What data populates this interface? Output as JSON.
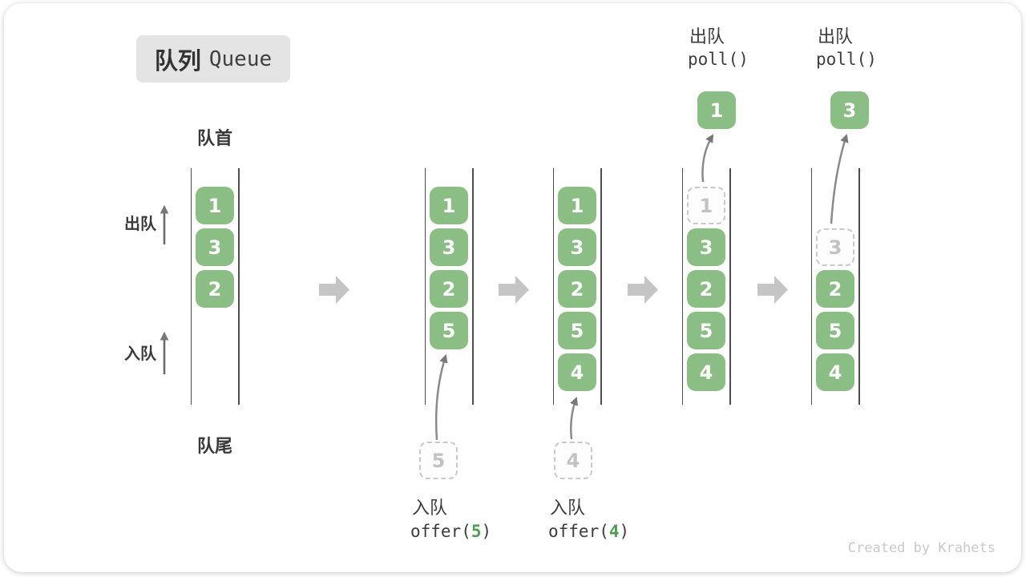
{
  "title": {
    "badge_zh": "队列",
    "badge_en": "Queue"
  },
  "labels": {
    "front": "队首",
    "rear": "队尾",
    "side_dequeue": "出队",
    "side_enqueue": "入队"
  },
  "colors": {
    "cell_green": "#8BBE84",
    "code_arg_green": "#4E9E50",
    "block_arrow_gray": "#C5C5C5",
    "thin_arrow_gray": "#8A8A8A",
    "queue_line": "#4D4D4D",
    "dashed_border": "#C9C9C9",
    "dashed_text": "#C2C2C2",
    "text_dark": "#3C3C3C",
    "badge_bg": "#E4E4E4",
    "watermark_gray": "#C9C9C9"
  },
  "queues": [
    {
      "name": "queue-state-1",
      "cells": [
        {
          "slot": 0,
          "value": "1",
          "style": "solid"
        },
        {
          "slot": 1,
          "value": "3",
          "style": "solid"
        },
        {
          "slot": 2,
          "value": "2",
          "style": "solid"
        }
      ]
    },
    {
      "name": "queue-state-2",
      "cells": [
        {
          "slot": 0,
          "value": "1",
          "style": "solid"
        },
        {
          "slot": 1,
          "value": "3",
          "style": "solid"
        },
        {
          "slot": 2,
          "value": "2",
          "style": "solid"
        },
        {
          "slot": 3,
          "value": "5",
          "style": "solid"
        }
      ],
      "pending_below": {
        "value": "5"
      },
      "op": {
        "position": "below",
        "zh": "入队",
        "code": [
          {
            "text": "offer(",
            "green": false
          },
          {
            "text": "5",
            "green": true
          },
          {
            "text": ")",
            "green": false
          }
        ]
      }
    },
    {
      "name": "queue-state-3",
      "cells": [
        {
          "slot": 0,
          "value": "1",
          "style": "solid"
        },
        {
          "slot": 1,
          "value": "3",
          "style": "solid"
        },
        {
          "slot": 2,
          "value": "2",
          "style": "solid"
        },
        {
          "slot": 3,
          "value": "5",
          "style": "solid"
        },
        {
          "slot": 4,
          "value": "4",
          "style": "solid"
        }
      ],
      "pending_below": {
        "value": "4"
      },
      "op": {
        "position": "below",
        "zh": "入队",
        "code": [
          {
            "text": "offer(",
            "green": false
          },
          {
            "text": "4",
            "green": true
          },
          {
            "text": ")",
            "green": false
          }
        ]
      }
    },
    {
      "name": "queue-state-4",
      "cells": [
        {
          "slot": 0,
          "value": "1",
          "style": "dashed"
        },
        {
          "slot": 1,
          "value": "3",
          "style": "solid"
        },
        {
          "slot": 2,
          "value": "2",
          "style": "solid"
        },
        {
          "slot": 3,
          "value": "5",
          "style": "solid"
        },
        {
          "slot": 4,
          "value": "4",
          "style": "solid"
        }
      ],
      "polled_above": {
        "value": "1"
      },
      "op": {
        "position": "above",
        "zh": "出队",
        "code": [
          {
            "text": "poll()",
            "green": false
          }
        ]
      }
    },
    {
      "name": "queue-state-5",
      "cells": [
        {
          "slot": 1,
          "value": "3",
          "style": "dashed"
        },
        {
          "slot": 2,
          "value": "2",
          "style": "solid"
        },
        {
          "slot": 3,
          "value": "5",
          "style": "solid"
        },
        {
          "slot": 4,
          "value": "4",
          "style": "solid"
        }
      ],
      "polled_above": {
        "value": "3"
      },
      "op": {
        "position": "above",
        "zh": "出队",
        "code": [
          {
            "text": "poll()",
            "green": false
          }
        ]
      }
    }
  ],
  "watermark": "Created by Krahets"
}
